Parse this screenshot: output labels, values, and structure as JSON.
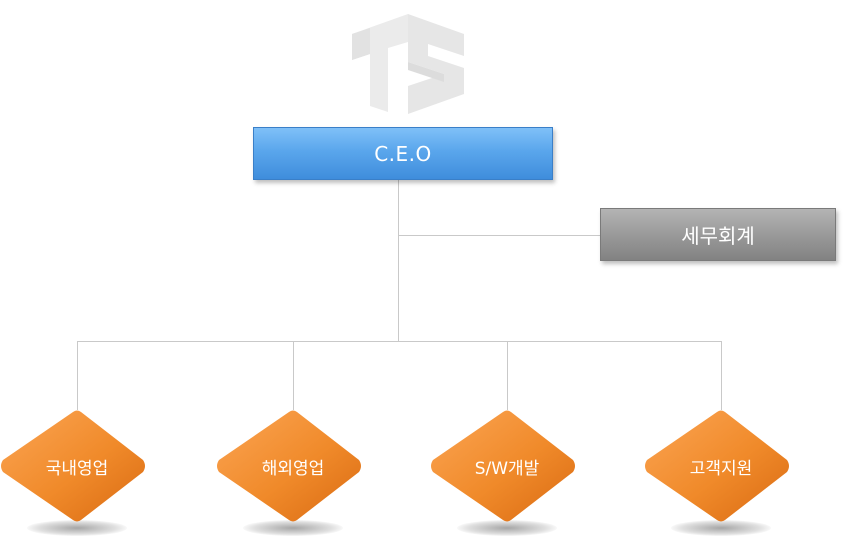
{
  "ceo": {
    "label": "C.E.O"
  },
  "staff": {
    "label": "세무회계"
  },
  "departments": [
    {
      "label": "국내영업"
    },
    {
      "label": "해외영업"
    },
    {
      "label": "S/W개발"
    },
    {
      "label": "고객지원"
    }
  ],
  "colors": {
    "ceo": "#5aa6ec",
    "staff": "#9a9a9a",
    "department": "#f08a2a",
    "connector": "#c9c9c9",
    "logo": "#e9e9e9"
  },
  "icons": {
    "logo": "ts-logo"
  }
}
